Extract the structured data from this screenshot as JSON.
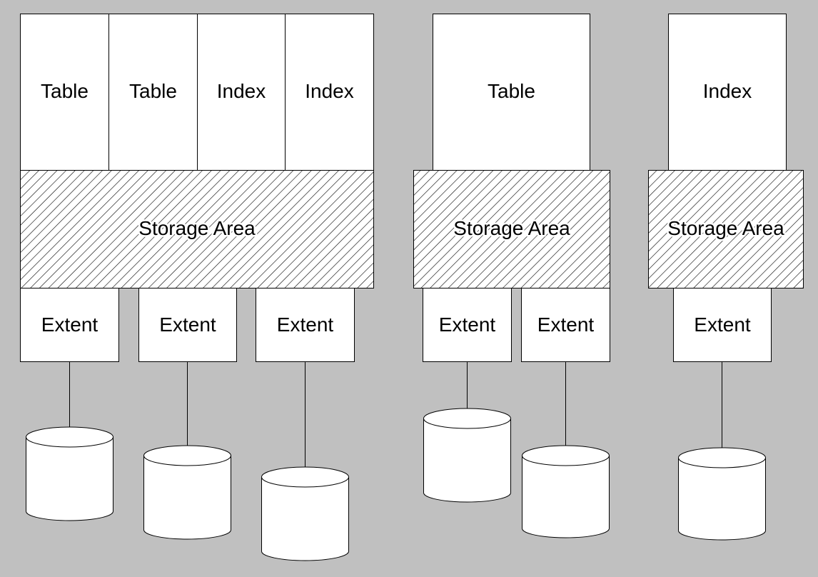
{
  "colors": {
    "background": "#c0c0c0",
    "box_fill": "#ffffff",
    "stroke": "#000000"
  },
  "groups": [
    {
      "objects": [
        {
          "label": "Table"
        },
        {
          "label": "Table"
        },
        {
          "label": "Index"
        },
        {
          "label": "Index"
        }
      ],
      "storage_area": {
        "label": "Storage Area",
        "pattern": "diagonal-hatch"
      },
      "extents": [
        {
          "label": "Extent",
          "icon": "disk-cylinder-icon"
        },
        {
          "label": "Extent",
          "icon": "disk-cylinder-icon"
        },
        {
          "label": "Extent",
          "icon": "disk-cylinder-icon"
        }
      ]
    },
    {
      "objects": [
        {
          "label": "Table"
        }
      ],
      "storage_area": {
        "label": "Storage Area",
        "pattern": "diagonal-hatch"
      },
      "extents": [
        {
          "label": "Extent",
          "icon": "disk-cylinder-icon"
        },
        {
          "label": "Extent",
          "icon": "disk-cylinder-icon"
        }
      ]
    },
    {
      "objects": [
        {
          "label": "Index"
        }
      ],
      "storage_area": {
        "label": "Storage Area",
        "pattern": "diagonal-hatch"
      },
      "extents": [
        {
          "label": "Extent",
          "icon": "disk-cylinder-icon"
        }
      ]
    }
  ]
}
